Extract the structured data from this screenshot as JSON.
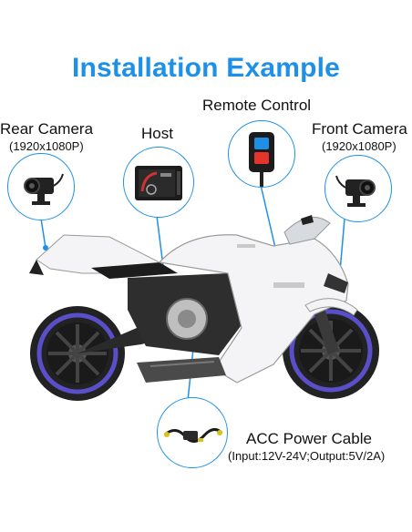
{
  "title": "Installation Example",
  "labels": {
    "rear_camera": "Rear Camera",
    "rear_camera_res": "(1920x1080P)",
    "host": "Host",
    "remote_control": "Remote Control",
    "front_camera": "Front Camera",
    "front_camera_res": "(1920x1080P)",
    "acc_power_cable": "ACC Power Cable",
    "acc_power_spec": "(Input:12V-24V;Output:5V/2A)"
  },
  "colors": {
    "title": "#1e90e8",
    "callout": "#1e90e8",
    "wheel_rim": "#5b4fc9",
    "bike_body": "#f4f4f6",
    "remote_blue": "#1f8fe5",
    "remote_red": "#e5342b"
  },
  "icons": [
    "rear-camera-icon",
    "host-dvr-icon",
    "remote-control-icon",
    "front-camera-icon",
    "acc-cable-icon",
    "motorcycle-image"
  ]
}
